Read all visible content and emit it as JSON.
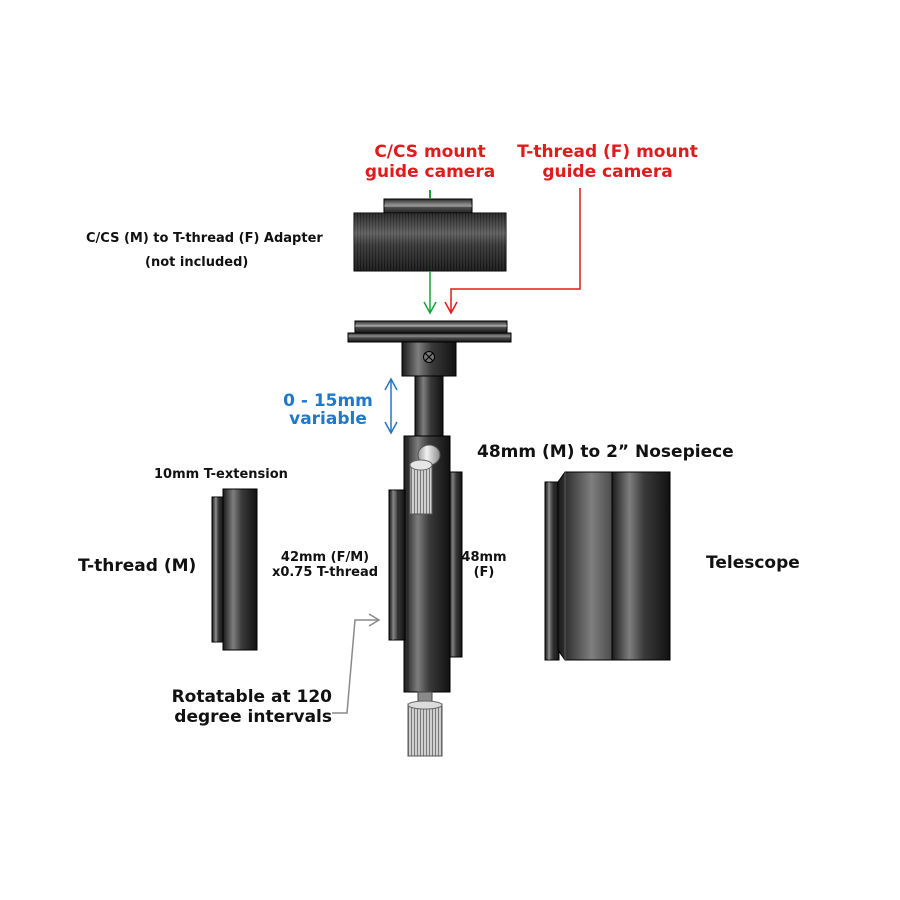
{
  "labels": {
    "cs_camera": "C/CS mount\nguide camera",
    "t_camera": "T-thread (F) mount\nguide camera",
    "adapter": "C/CS (M) to T-thread (F) Adapter",
    "adapter_note": "(not included)",
    "variable_range": "0 - 15mm",
    "variable_word": "variable",
    "nosepiece": "48mm (M) to 2” Nosepiece",
    "extension": "10mm T-extension",
    "t_thread_m": "T-thread (M)",
    "t_thread_spec": "42mm (F/M)\nx0.75 T-thread",
    "mm48_f": "48mm\n(F)",
    "telescope": "Telescope",
    "rotatable": "Rotatable at 120\ndegree intervals"
  },
  "colors": {
    "red_label": "#e11b1b",
    "blue_label": "#1f78c8",
    "green_arrow": "#1aa33a",
    "gray_arrow": "#8a8a8a",
    "text": "#111111"
  }
}
